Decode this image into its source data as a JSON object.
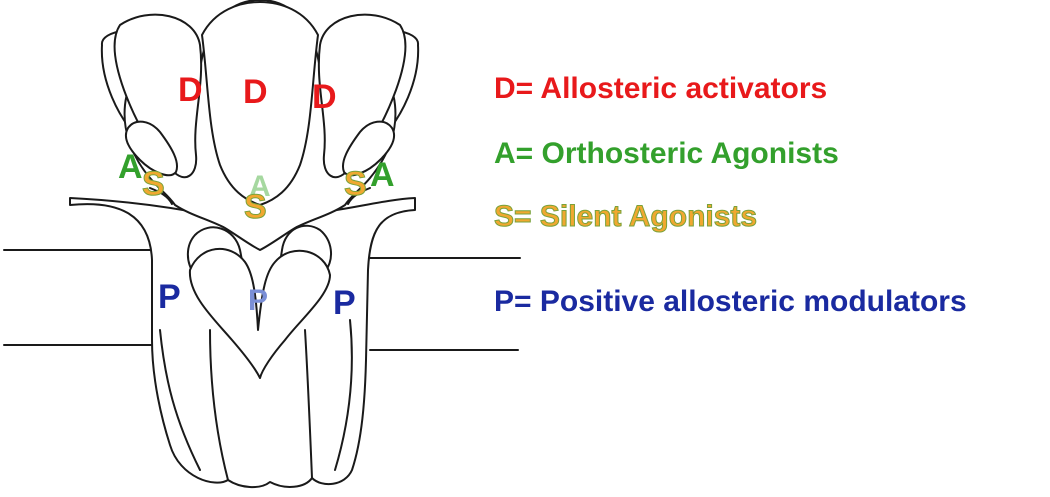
{
  "colors": {
    "activator": "#e8191b",
    "agonist": "#33a02c",
    "silent_fill": "#f0a830",
    "silent_stroke": "#7aa23a",
    "pam": "#1a2aa0",
    "pam_faint": "#7b8fd6",
    "agonist_faint": "#a6d8a0",
    "outline": "#1a1a1a"
  },
  "site_labels": {
    "d_left": "D",
    "d_center": "D",
    "d_right": "D",
    "a_left": "A",
    "a_center": "A",
    "a_right": "A",
    "s_left": "S",
    "s_center": "S",
    "s_right": "S",
    "p_left": "P",
    "p_center": "P",
    "p_right": "P"
  },
  "legend": {
    "activators": "D= Allosteric activators",
    "agonists": "A= Orthosteric Agonists",
    "silent": "S= Silent Agonists",
    "pams": "P= Positive allosteric modulators"
  }
}
